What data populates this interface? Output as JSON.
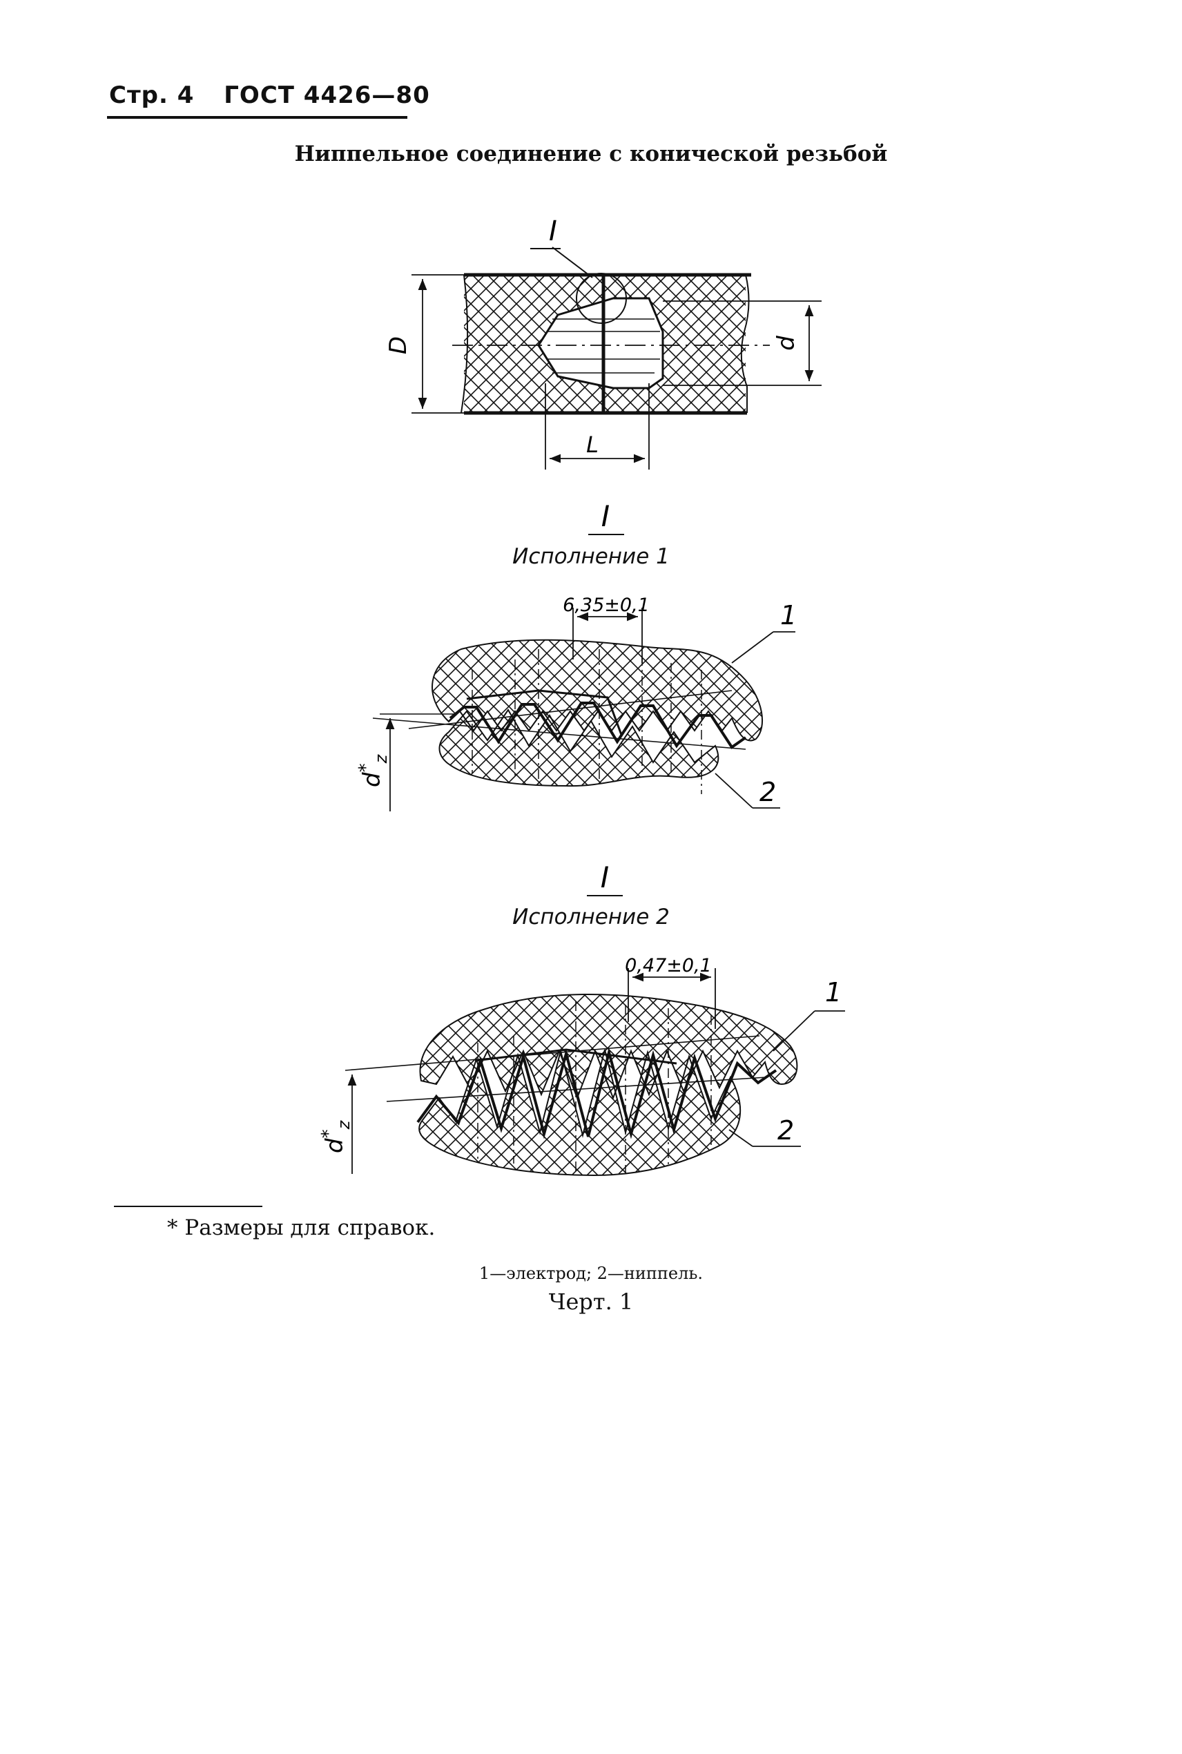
{
  "header": {
    "page_label": "Стр. 4",
    "standard": "ГОСТ 4426—80"
  },
  "title": "Ниппельное соединение с конической резьбой",
  "main_view": {
    "detail_mark": "I",
    "dim_D": "D",
    "dim_d": "d",
    "dim_L": "L"
  },
  "detail_1": {
    "mark": "I",
    "caption": "Исполнение 1",
    "dimension": "6,35±0,1",
    "label_electrode": "1",
    "label_nipple": "2",
    "dz": "d",
    "dz_sup": "*",
    "dz_sub": "z"
  },
  "detail_2": {
    "mark": "I",
    "caption": "Исполнение 2",
    "dimension": "0,47±0,1",
    "label_electrode": "1",
    "label_nipple": "2",
    "dz": "d",
    "dz_sup": "*",
    "dz_sub": "z"
  },
  "footnote": "* Размеры для справок.",
  "legend": "1—электрод; 2—ниппель.",
  "figure_caption": "Черт. 1"
}
